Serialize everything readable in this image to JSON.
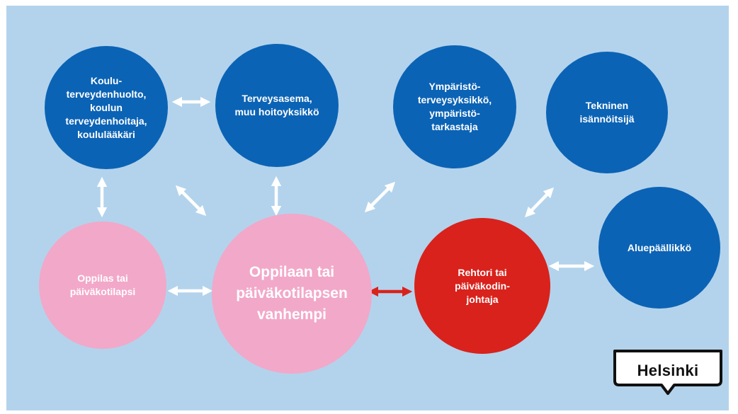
{
  "nodes": {
    "school_health": "Koulu-\nterveydenhuolto,\nkoulun\nterveydenhoitaja,\nkoululääkäri",
    "health_station": "Terveysasema,\nmuu hoitoyksikkö",
    "environmental": "Ympäristö-\nterveysyksikkö,\nympäristö-\ntarkastaja",
    "technical": "Tekninen\nisännöitsijä",
    "area_manager": "Aluepäällikkö",
    "pupil": "Oppilas tai\npäiväkotilapsi",
    "parent": "Oppilaan tai\npäiväkotilapsen\nvanhempi",
    "principal": "Rehtori tai\npäiväkodin-\njohtaja"
  },
  "colors": {
    "background": "#b3d3ec",
    "blue": "#0b63b5",
    "pink": "#f2a8c9",
    "red": "#d9221c",
    "arrow_white": "#ffffff",
    "arrow_red": "#d9221c"
  },
  "logo": {
    "text": "Helsinki"
  }
}
